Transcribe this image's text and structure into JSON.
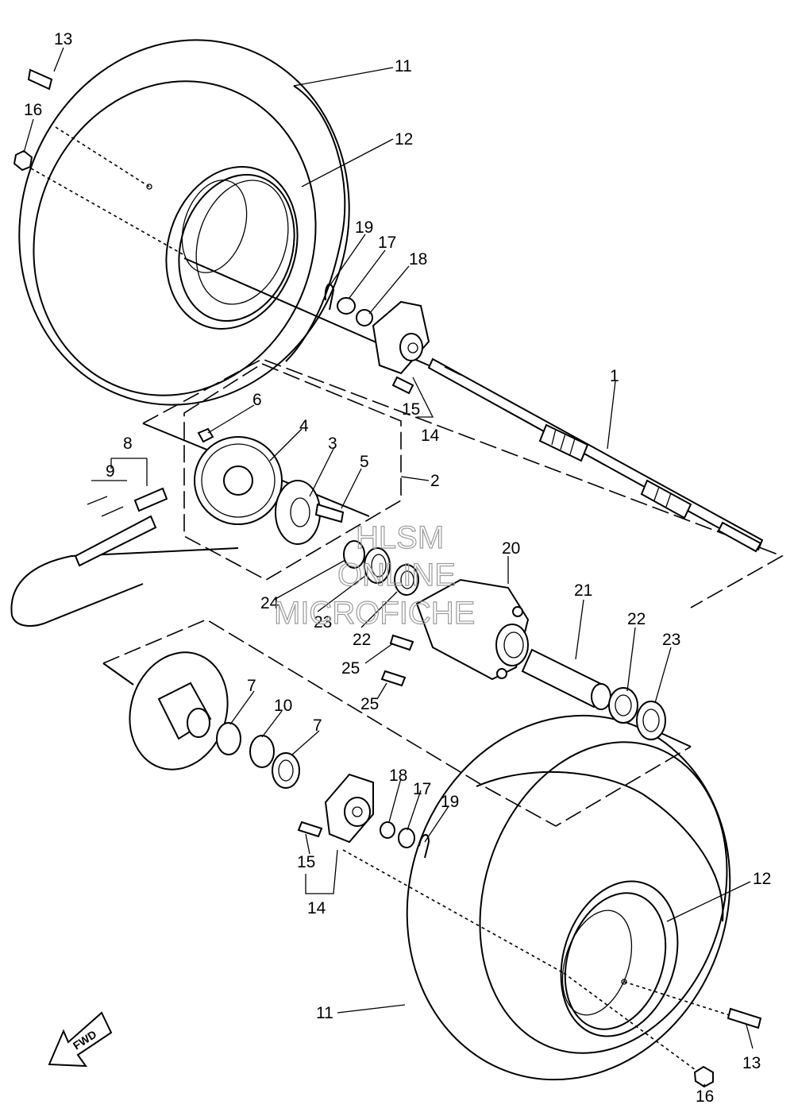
{
  "watermark": {
    "line1": "HLSM",
    "line2": "ONLINE",
    "line3": "MICROFICHE"
  },
  "direction_arrow": {
    "label": "FWD",
    "icon": "arrow-left-down-icon"
  },
  "callouts": {
    "c1": "1",
    "c2": "2",
    "c3": "3",
    "c4": "4",
    "c5": "5",
    "c6": "6",
    "c7a": "7",
    "c7b": "7",
    "c8": "8",
    "c9": "9",
    "c10": "10",
    "c11a": "11",
    "c11b": "11",
    "c12a": "12",
    "c12b": "12",
    "c13a": "13",
    "c13b": "13",
    "c14a": "14",
    "c14b": "14",
    "c15a": "15",
    "c15b": "15",
    "c16a": "16",
    "c16b": "16",
    "c17a": "17",
    "c17b": "17",
    "c18a": "18",
    "c18b": "18",
    "c19a": "19",
    "c19b": "19",
    "c20": "20",
    "c21": "21",
    "c22a": "22",
    "c22b": "22",
    "c23a": "23",
    "c23b": "23",
    "c24": "24",
    "c25a": "25",
    "c25b": "25"
  }
}
